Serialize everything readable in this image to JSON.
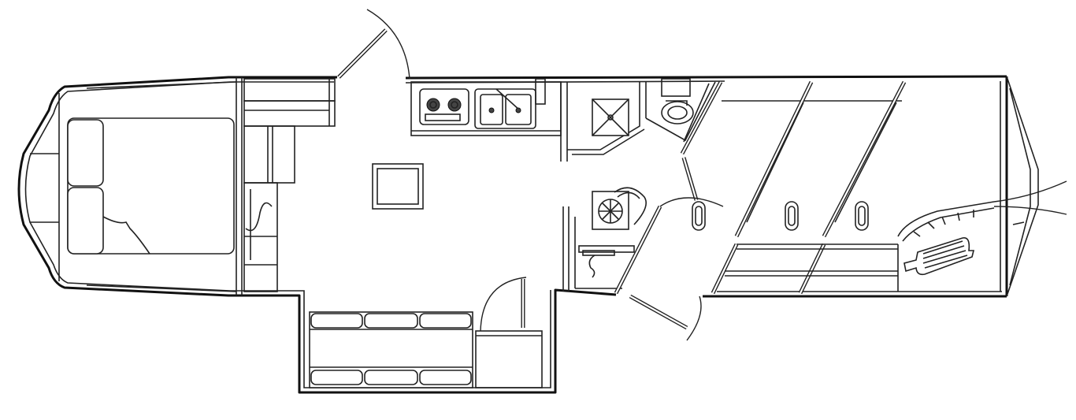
{
  "diagram": {
    "kind": "floor-plan",
    "subject": "horse-trailer-living-quarters",
    "stroke_color": "#111111",
    "background_color": "#ffffff",
    "spaces": [
      {
        "id": "bedroom-gooseneck",
        "contents": [
          "bed",
          "pillow",
          "pillow",
          "blanket"
        ]
      },
      {
        "id": "kitchen-galley",
        "contents": [
          "stove-cooktop",
          "double-sink"
        ]
      },
      {
        "id": "shower",
        "contents": [
          "shower-stall",
          "shower-drain"
        ]
      },
      {
        "id": "toilet-vanity",
        "contents": [
          "vanity-sink"
        ]
      },
      {
        "id": "lounge",
        "contents": [
          "ottoman-table"
        ]
      },
      {
        "id": "appliance-closet",
        "contents": [
          "fan-appliance",
          "faucet-cabinet"
        ]
      },
      {
        "id": "slide-out-seating",
        "contents": [
          "sofa-cushions"
        ]
      },
      {
        "id": "horse-area",
        "contents": [
          "stall-dividers",
          "tie-rings",
          "saddle-rack"
        ]
      }
    ],
    "doors": [
      "side-entry-door",
      "lq-entry-door",
      "horse-area-door",
      "rear-doors"
    ]
  }
}
